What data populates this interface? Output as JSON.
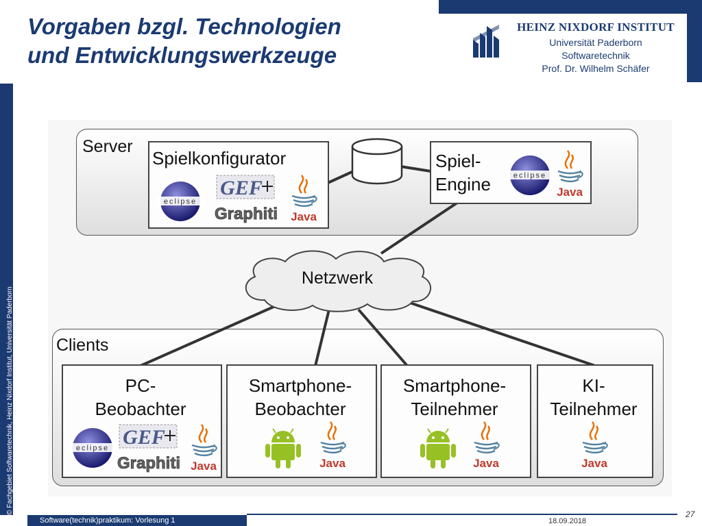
{
  "header": {
    "title_line1": "Vorgaben bzgl. Technologien",
    "title_line2": "und Entwicklungswerkzeuge",
    "institute_name": "HEINZ NIXDORF INSTITUT",
    "institute_line1": "Universität Paderborn",
    "institute_line2": "Softwaretechnik",
    "institute_line3": "Prof. Dr. Wilhelm Schäfer"
  },
  "sidebar": {
    "copyright": "© Fachgebiet Softwaretechnik, Heinz Nixdorf Institut, Universität Paderborn"
  },
  "footer": {
    "course": "Software(technik)praktikum: Vorlesung 1",
    "date": "18.09.2018",
    "page": "27"
  },
  "diagram": {
    "server_label": "Server",
    "clients_label": "Clients",
    "network_label": "Netzwerk",
    "spielkonfigurator": "Spielkonfigurator",
    "engine_line1": "Spiel-",
    "engine_line2": "Engine",
    "pc_line1": "PC-",
    "pc_line2": "Beobachter",
    "sb_line1": "Smartphone-",
    "sb_line2": "Beobachter",
    "st_line1": "Smartphone-",
    "st_line2": "Teilnehmer",
    "ki_line1": "KI-",
    "ki_line2": "Teilnehmer",
    "logos": {
      "eclipse": "eclipse",
      "gef": "GEF",
      "graphiti": "Graphiti",
      "java": "Java"
    }
  },
  "colors": {
    "brand_blue": "#1b3a72",
    "android_green": "#97c024",
    "java_red": "#e76f00",
    "java_blue": "#5382a1"
  }
}
